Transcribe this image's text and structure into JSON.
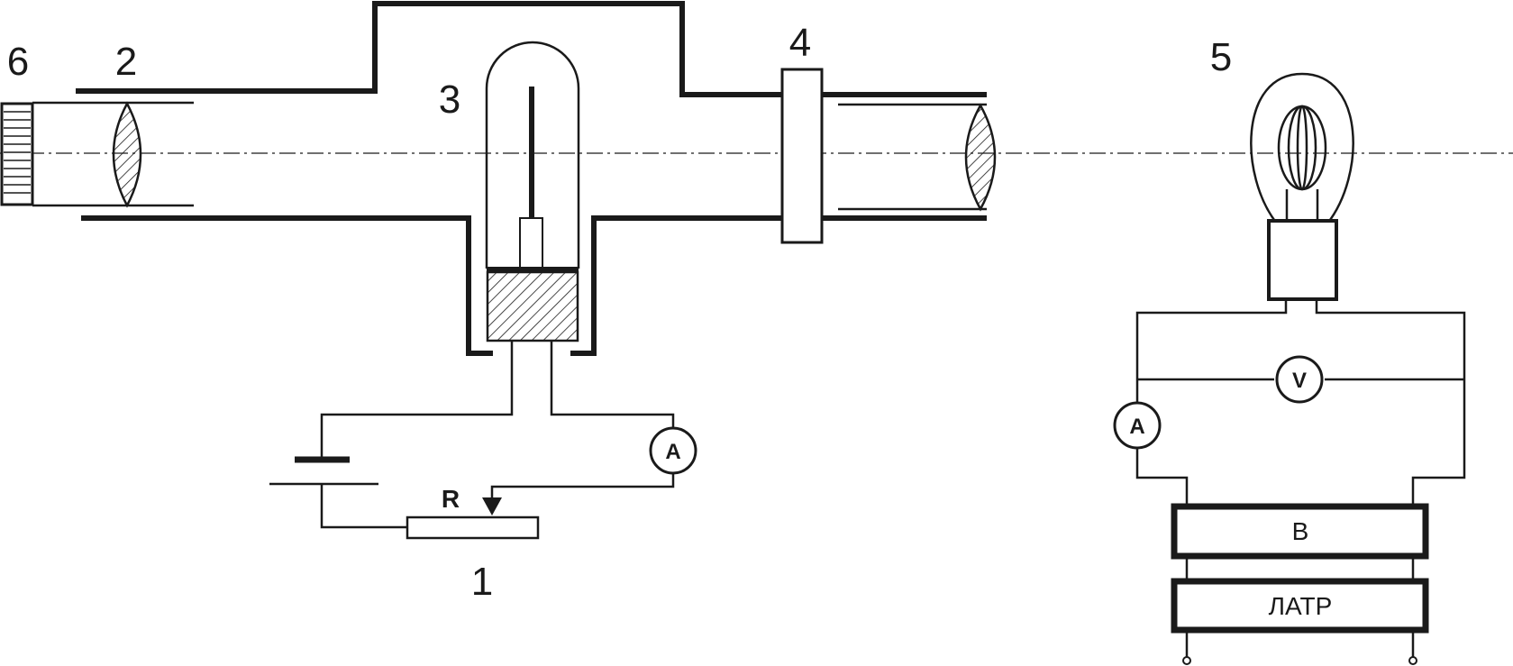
{
  "labels": {
    "component_1": "1",
    "component_2": "2",
    "component_3": "3",
    "component_4": "4",
    "component_5": "5",
    "component_6": "6",
    "resistor": "R",
    "ammeter_left": "A",
    "ammeter_right": "A",
    "voltmeter": "V",
    "box_b": "В",
    "box_latr": "ЛАТР"
  },
  "colors": {
    "line": "#1a1a1a",
    "background": "#ffffff"
  }
}
